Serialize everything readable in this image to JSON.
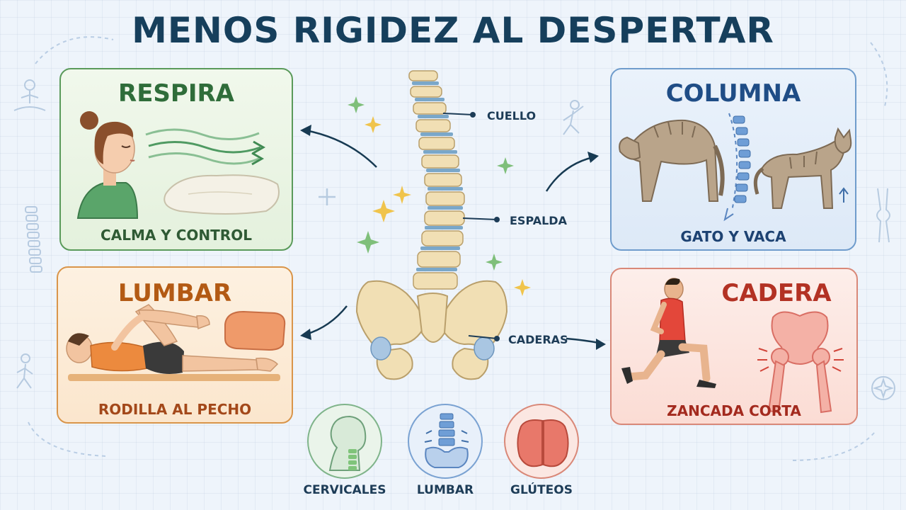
{
  "title": "MENOS RIGIDEZ AL DESPERTAR",
  "panels": {
    "respira": {
      "title": "RESPIRA",
      "caption": "CALMA Y CONTROL"
    },
    "lumbar": {
      "title": "LUMBAR",
      "caption": "RODILLA AL PECHO"
    },
    "columna": {
      "title": "COLUMNA",
      "caption": "GATO Y VACA"
    },
    "cadera": {
      "title": "CADERA",
      "caption": "ZANCADA CORTA"
    }
  },
  "spine_labels": {
    "neck": "CUELLO",
    "back": "ESPALDA",
    "hips": "CADERAS"
  },
  "badges": [
    {
      "label": "CERVICALES",
      "icon": "neck-icon"
    },
    {
      "label": "LUMBAR",
      "icon": "lumbar-spine-icon"
    },
    {
      "label": "GLÚTEOS",
      "icon": "glutes-icon"
    }
  ],
  "colors": {
    "title": "#163f5c",
    "respira": "#2f6d3a",
    "lumbar": "#b35a14",
    "columna": "#1f4d86",
    "cadera": "#b33224",
    "bone": "#f1dfb4",
    "disc": "#7aa7c9"
  }
}
